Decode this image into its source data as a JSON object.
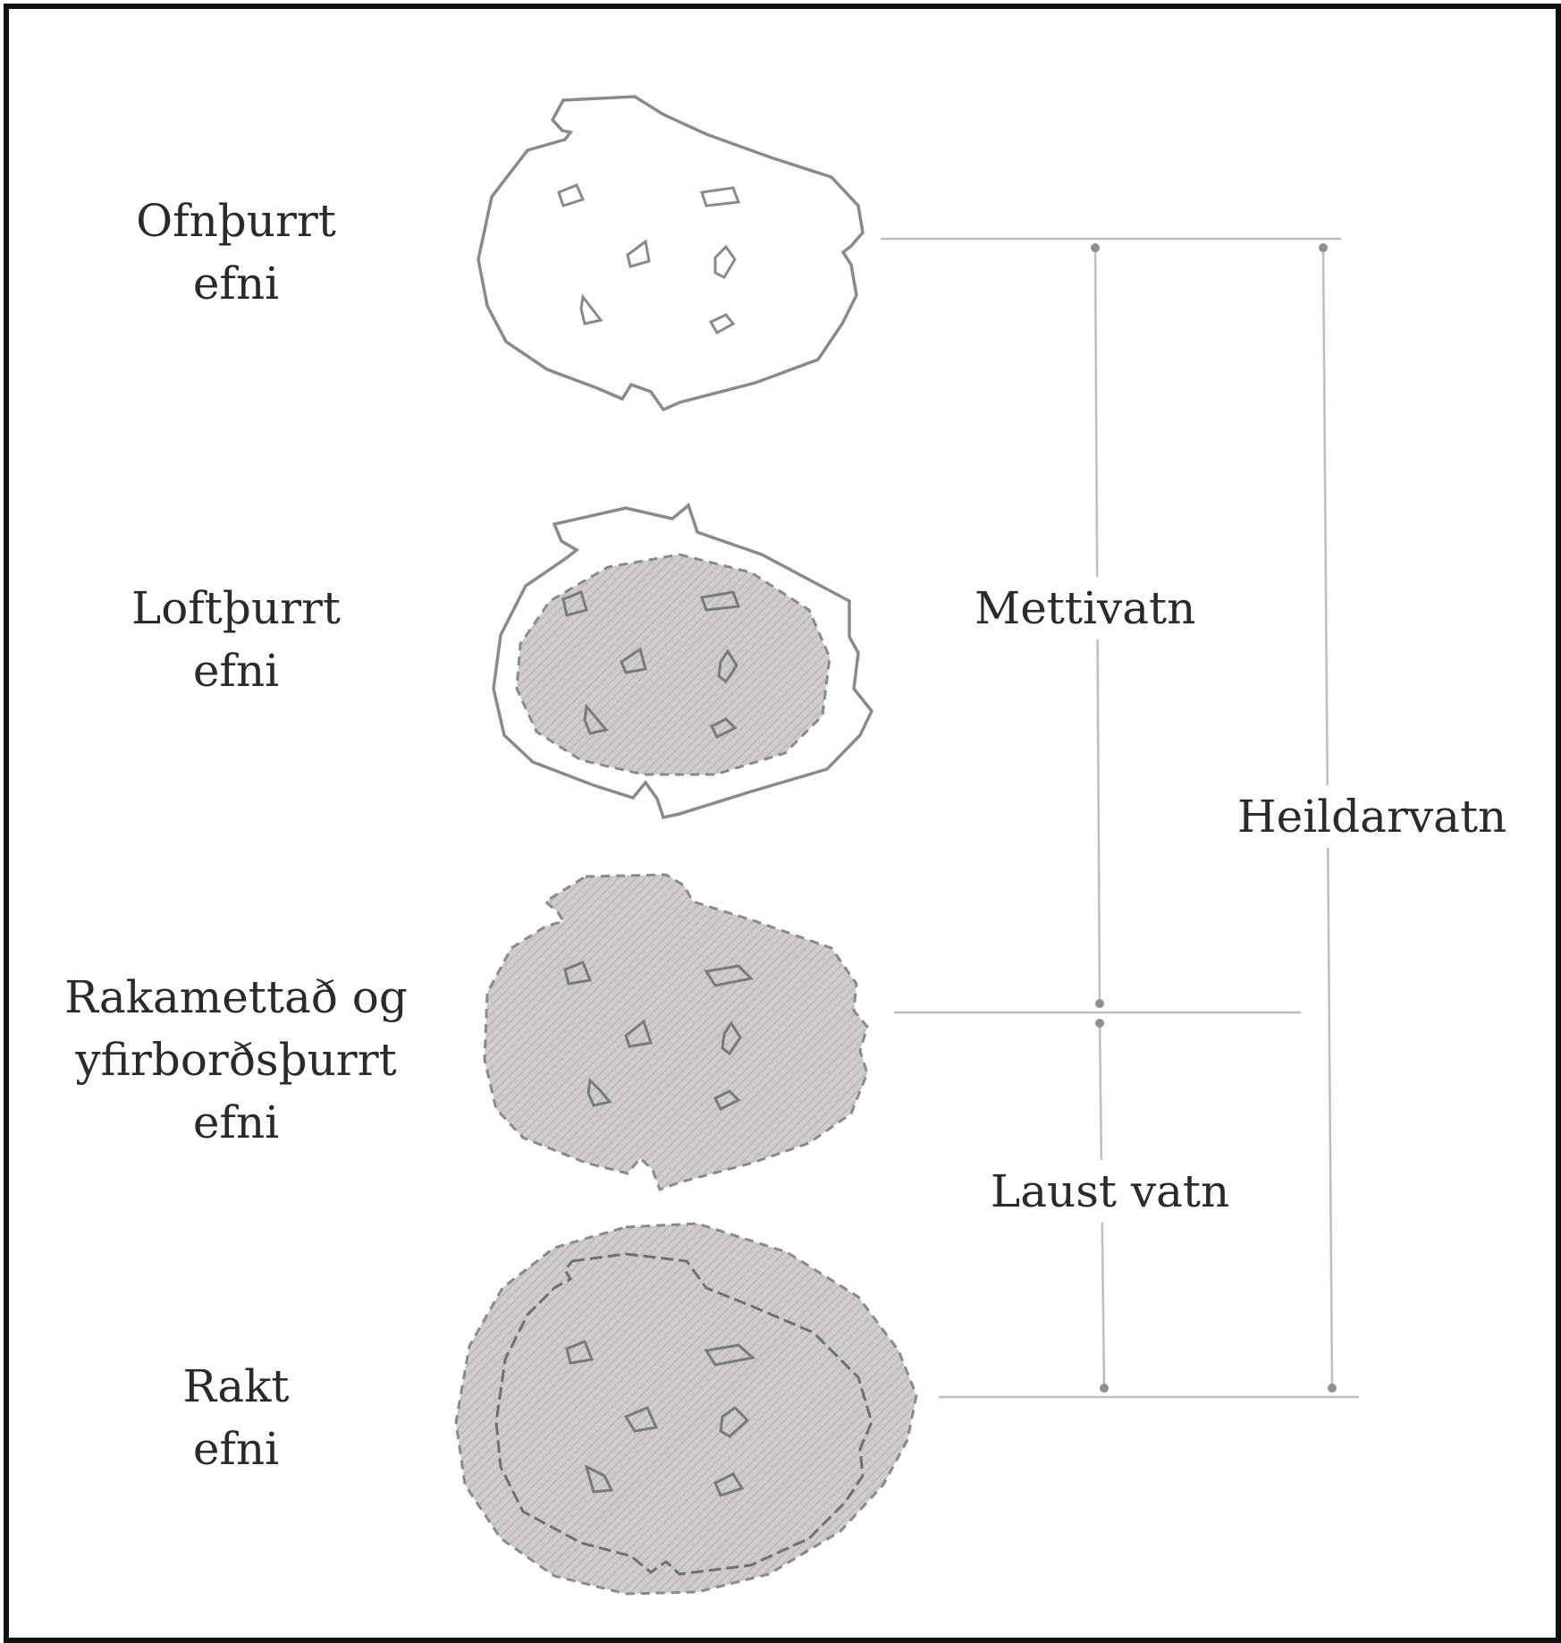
{
  "states": [
    {
      "line1": "Ofnþurrt",
      "line2": "efni"
    },
    {
      "line1": "Loftþurrt",
      "line2": "efni"
    },
    {
      "line1": "Rakamettað og",
      "line2": "yfirborðsþurrt",
      "line3": "efni"
    },
    {
      "line1": "Rakt",
      "line2": "efni"
    }
  ],
  "measures": {
    "absorbed": "Mettivatn",
    "free": "Laust vatn",
    "total": "Heildarvatn"
  },
  "colors": {
    "outline": "#8a8a8a",
    "fill": "#cfcccb",
    "hatch": "#b3b0ae",
    "line": "#bdbdbd"
  }
}
